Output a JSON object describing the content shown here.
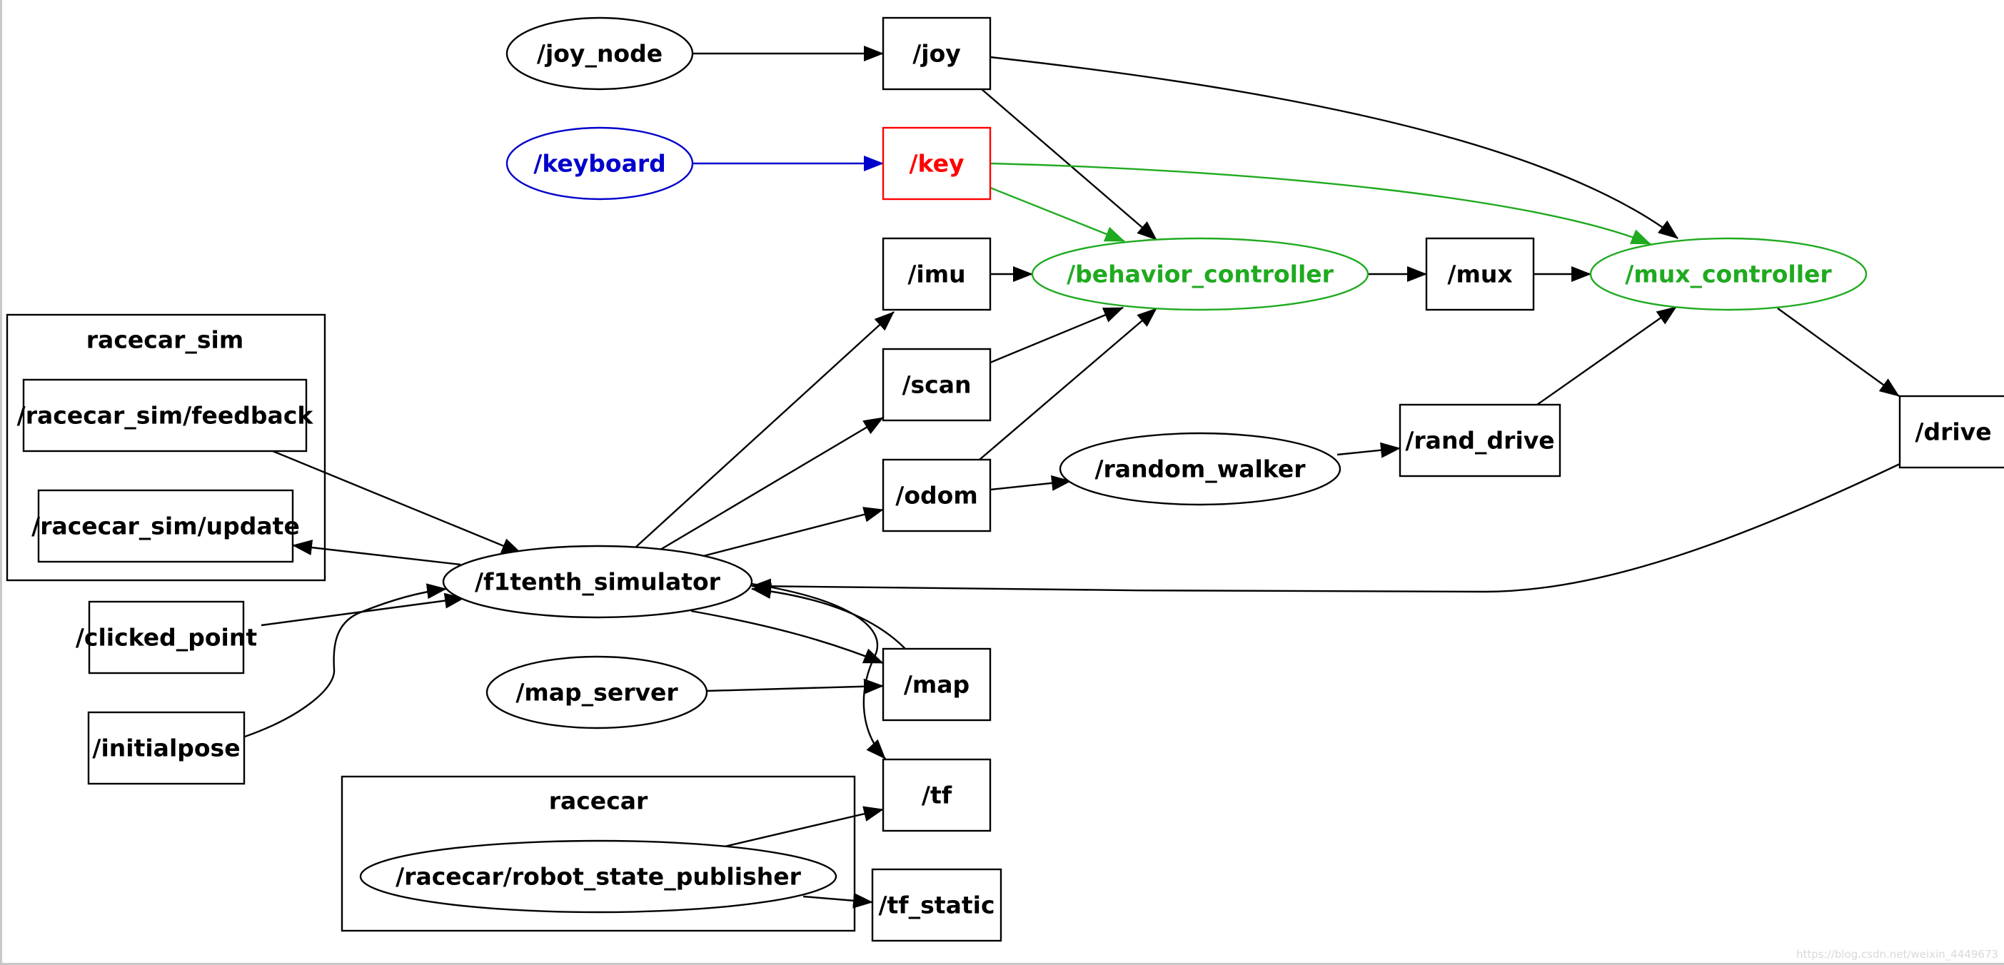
{
  "colors": {
    "default": "#000000",
    "blue": "#0000cc",
    "red": "#ff0000",
    "green": "#1faa1f"
  },
  "clusters": [
    {
      "id": "racecar_sim",
      "label": "racecar_sim"
    },
    {
      "id": "racecar",
      "label": "racecar"
    }
  ],
  "nodes": [
    {
      "id": "joy_node",
      "label": "/joy_node",
      "shape": "ellipse",
      "color": "default"
    },
    {
      "id": "keyboard",
      "label": "/keyboard",
      "shape": "ellipse",
      "color": "blue"
    },
    {
      "id": "joy",
      "label": "/joy",
      "shape": "box",
      "color": "default"
    },
    {
      "id": "key",
      "label": "/key",
      "shape": "box",
      "color": "red"
    },
    {
      "id": "imu",
      "label": "/imu",
      "shape": "box",
      "color": "default"
    },
    {
      "id": "scan",
      "label": "/scan",
      "shape": "box",
      "color": "default"
    },
    {
      "id": "odom",
      "label": "/odom",
      "shape": "box",
      "color": "default"
    },
    {
      "id": "behavior_controller",
      "label": "/behavior_controller",
      "shape": "ellipse",
      "color": "green"
    },
    {
      "id": "mux",
      "label": "/mux",
      "shape": "box",
      "color": "default"
    },
    {
      "id": "mux_controller",
      "label": "/mux_controller",
      "shape": "ellipse",
      "color": "green"
    },
    {
      "id": "random_walker",
      "label": "/random_walker",
      "shape": "ellipse",
      "color": "default"
    },
    {
      "id": "rand_drive",
      "label": "/rand_drive",
      "shape": "box",
      "color": "default"
    },
    {
      "id": "drive",
      "label": "/drive",
      "shape": "box",
      "color": "default"
    },
    {
      "id": "feedback",
      "label": "/racecar_sim/feedback",
      "shape": "box",
      "color": "default"
    },
    {
      "id": "update",
      "label": "/racecar_sim/update",
      "shape": "box",
      "color": "default"
    },
    {
      "id": "f1tenth_simulator",
      "label": "/f1tenth_simulator",
      "shape": "ellipse",
      "color": "default"
    },
    {
      "id": "clicked_point",
      "label": "/clicked_point",
      "shape": "box",
      "color": "default"
    },
    {
      "id": "initialpose",
      "label": "/initialpose",
      "shape": "box",
      "color": "default"
    },
    {
      "id": "map_server",
      "label": "/map_server",
      "shape": "ellipse",
      "color": "default"
    },
    {
      "id": "map",
      "label": "/map",
      "shape": "box",
      "color": "default"
    },
    {
      "id": "tf",
      "label": "/tf",
      "shape": "box",
      "color": "default"
    },
    {
      "id": "robot_state_publisher",
      "label": "/racecar/robot_state_publisher",
      "shape": "ellipse",
      "color": "default"
    },
    {
      "id": "tf_static",
      "label": "/tf_static",
      "shape": "box",
      "color": "default"
    }
  ],
  "edges": [
    {
      "from": "joy_node",
      "to": "joy",
      "color": "default"
    },
    {
      "from": "keyboard",
      "to": "key",
      "color": "blue"
    },
    {
      "from": "joy",
      "to": "behavior_controller",
      "color": "default"
    },
    {
      "from": "joy",
      "to": "mux_controller",
      "color": "default"
    },
    {
      "from": "key",
      "to": "behavior_controller",
      "color": "green"
    },
    {
      "from": "key",
      "to": "mux_controller",
      "color": "green"
    },
    {
      "from": "imu",
      "to": "behavior_controller",
      "color": "default"
    },
    {
      "from": "scan",
      "to": "behavior_controller",
      "color": "default"
    },
    {
      "from": "odom",
      "to": "behavior_controller",
      "color": "default"
    },
    {
      "from": "behavior_controller",
      "to": "mux",
      "color": "default"
    },
    {
      "from": "mux",
      "to": "mux_controller",
      "color": "default"
    },
    {
      "from": "mux_controller",
      "to": "drive",
      "color": "default"
    },
    {
      "from": "odom",
      "to": "random_walker",
      "color": "default"
    },
    {
      "from": "random_walker",
      "to": "rand_drive",
      "color": "default"
    },
    {
      "from": "rand_drive",
      "to": "mux_controller",
      "color": "default"
    },
    {
      "from": "drive",
      "to": "f1tenth_simulator",
      "color": "default"
    },
    {
      "from": "feedback",
      "to": "f1tenth_simulator",
      "color": "default"
    },
    {
      "from": "f1tenth_simulator",
      "to": "update",
      "color": "default"
    },
    {
      "from": "clicked_point",
      "to": "f1tenth_simulator",
      "color": "default"
    },
    {
      "from": "initialpose",
      "to": "f1tenth_simulator",
      "color": "default"
    },
    {
      "from": "f1tenth_simulator",
      "to": "imu",
      "color": "default"
    },
    {
      "from": "f1tenth_simulator",
      "to": "scan",
      "color": "default"
    },
    {
      "from": "f1tenth_simulator",
      "to": "odom",
      "color": "default"
    },
    {
      "from": "f1tenth_simulator",
      "to": "map",
      "color": "default"
    },
    {
      "from": "map",
      "to": "f1tenth_simulator",
      "color": "default"
    },
    {
      "from": "f1tenth_simulator",
      "to": "tf",
      "color": "default"
    },
    {
      "from": "map_server",
      "to": "map",
      "color": "default"
    },
    {
      "from": "robot_state_publisher",
      "to": "tf",
      "color": "default"
    },
    {
      "from": "robot_state_publisher",
      "to": "tf_static",
      "color": "default"
    }
  ],
  "watermark": "https://blog.csdn.net/weixin_4449673"
}
